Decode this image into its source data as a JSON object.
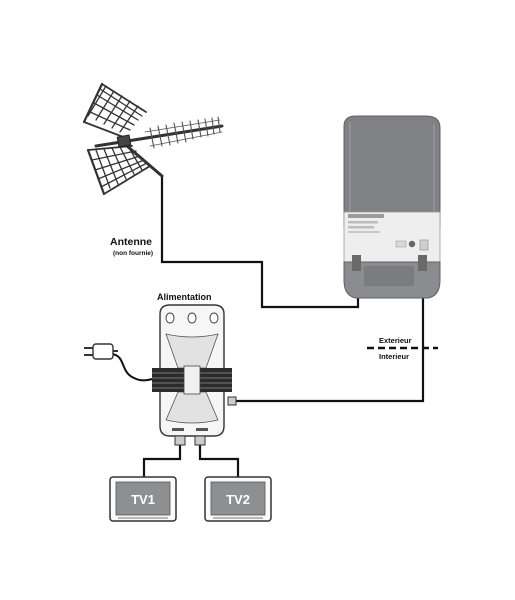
{
  "labels": {
    "antenna": "Antenne",
    "antenna_note": "(non fournie)",
    "power_supply": "Alimentation",
    "exterior": "Exterieur",
    "interior": "Interieur",
    "tv1": "TV1",
    "tv2": "TV2"
  },
  "colors": {
    "amplifier_body": "#7f8184",
    "amplifier_panel": "#eeeeee",
    "tv_screen": "#8d8f91",
    "cable": "#111111"
  },
  "icons": [
    "antenna-icon",
    "amplifier-icon",
    "power-supply-icon",
    "plug-icon",
    "tv-icon"
  ]
}
